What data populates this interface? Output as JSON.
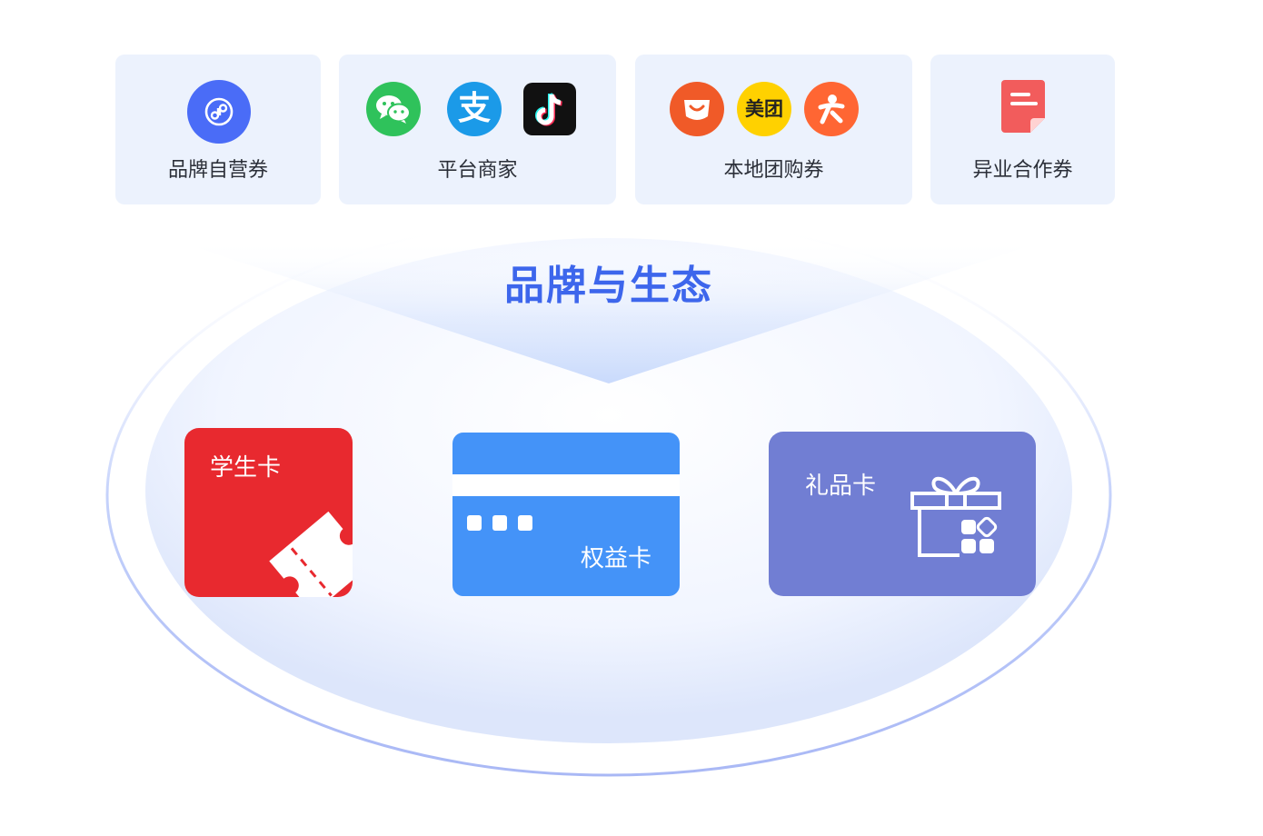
{
  "top_cards": [
    {
      "label": "品牌自营券",
      "icons": [
        "mini-program-link-icon"
      ]
    },
    {
      "label": "平台商家",
      "icons": [
        "wechat-icon",
        "alipay-icon",
        "douyin-icon"
      ]
    },
    {
      "label": "本地团购券",
      "icons": [
        "smile-bag-icon",
        "meituan-icon",
        "dianping-icon"
      ]
    },
    {
      "label": "异业合作券",
      "icons": [
        "document-coupon-icon"
      ]
    }
  ],
  "meituan_text": "美团",
  "alipay_glyph": "支",
  "center_title": "品牌与生态",
  "bottom_cards": [
    {
      "label": "学生卡",
      "icon": "ticket-icon",
      "color": "#e8292f"
    },
    {
      "label": "权益卡",
      "icon": "bank-card-icon",
      "color": "#4493f8"
    },
    {
      "label": "礼品卡",
      "icon": "gift-box-icon",
      "color": "#717ed3"
    }
  ],
  "colors": {
    "accent_title": "#3d66ec",
    "card_bg": "#ecf2fd",
    "mini_program_blue": "#4a6cf7",
    "wechat_green": "#2fc25b",
    "alipay_blue": "#1b9ae8",
    "douyin_black": "#111111",
    "smile_orange": "#f05a28",
    "meituan_yellow": "#ffd100",
    "dianping_orange": "#ff6633",
    "doc_red": "#f25c5c"
  }
}
